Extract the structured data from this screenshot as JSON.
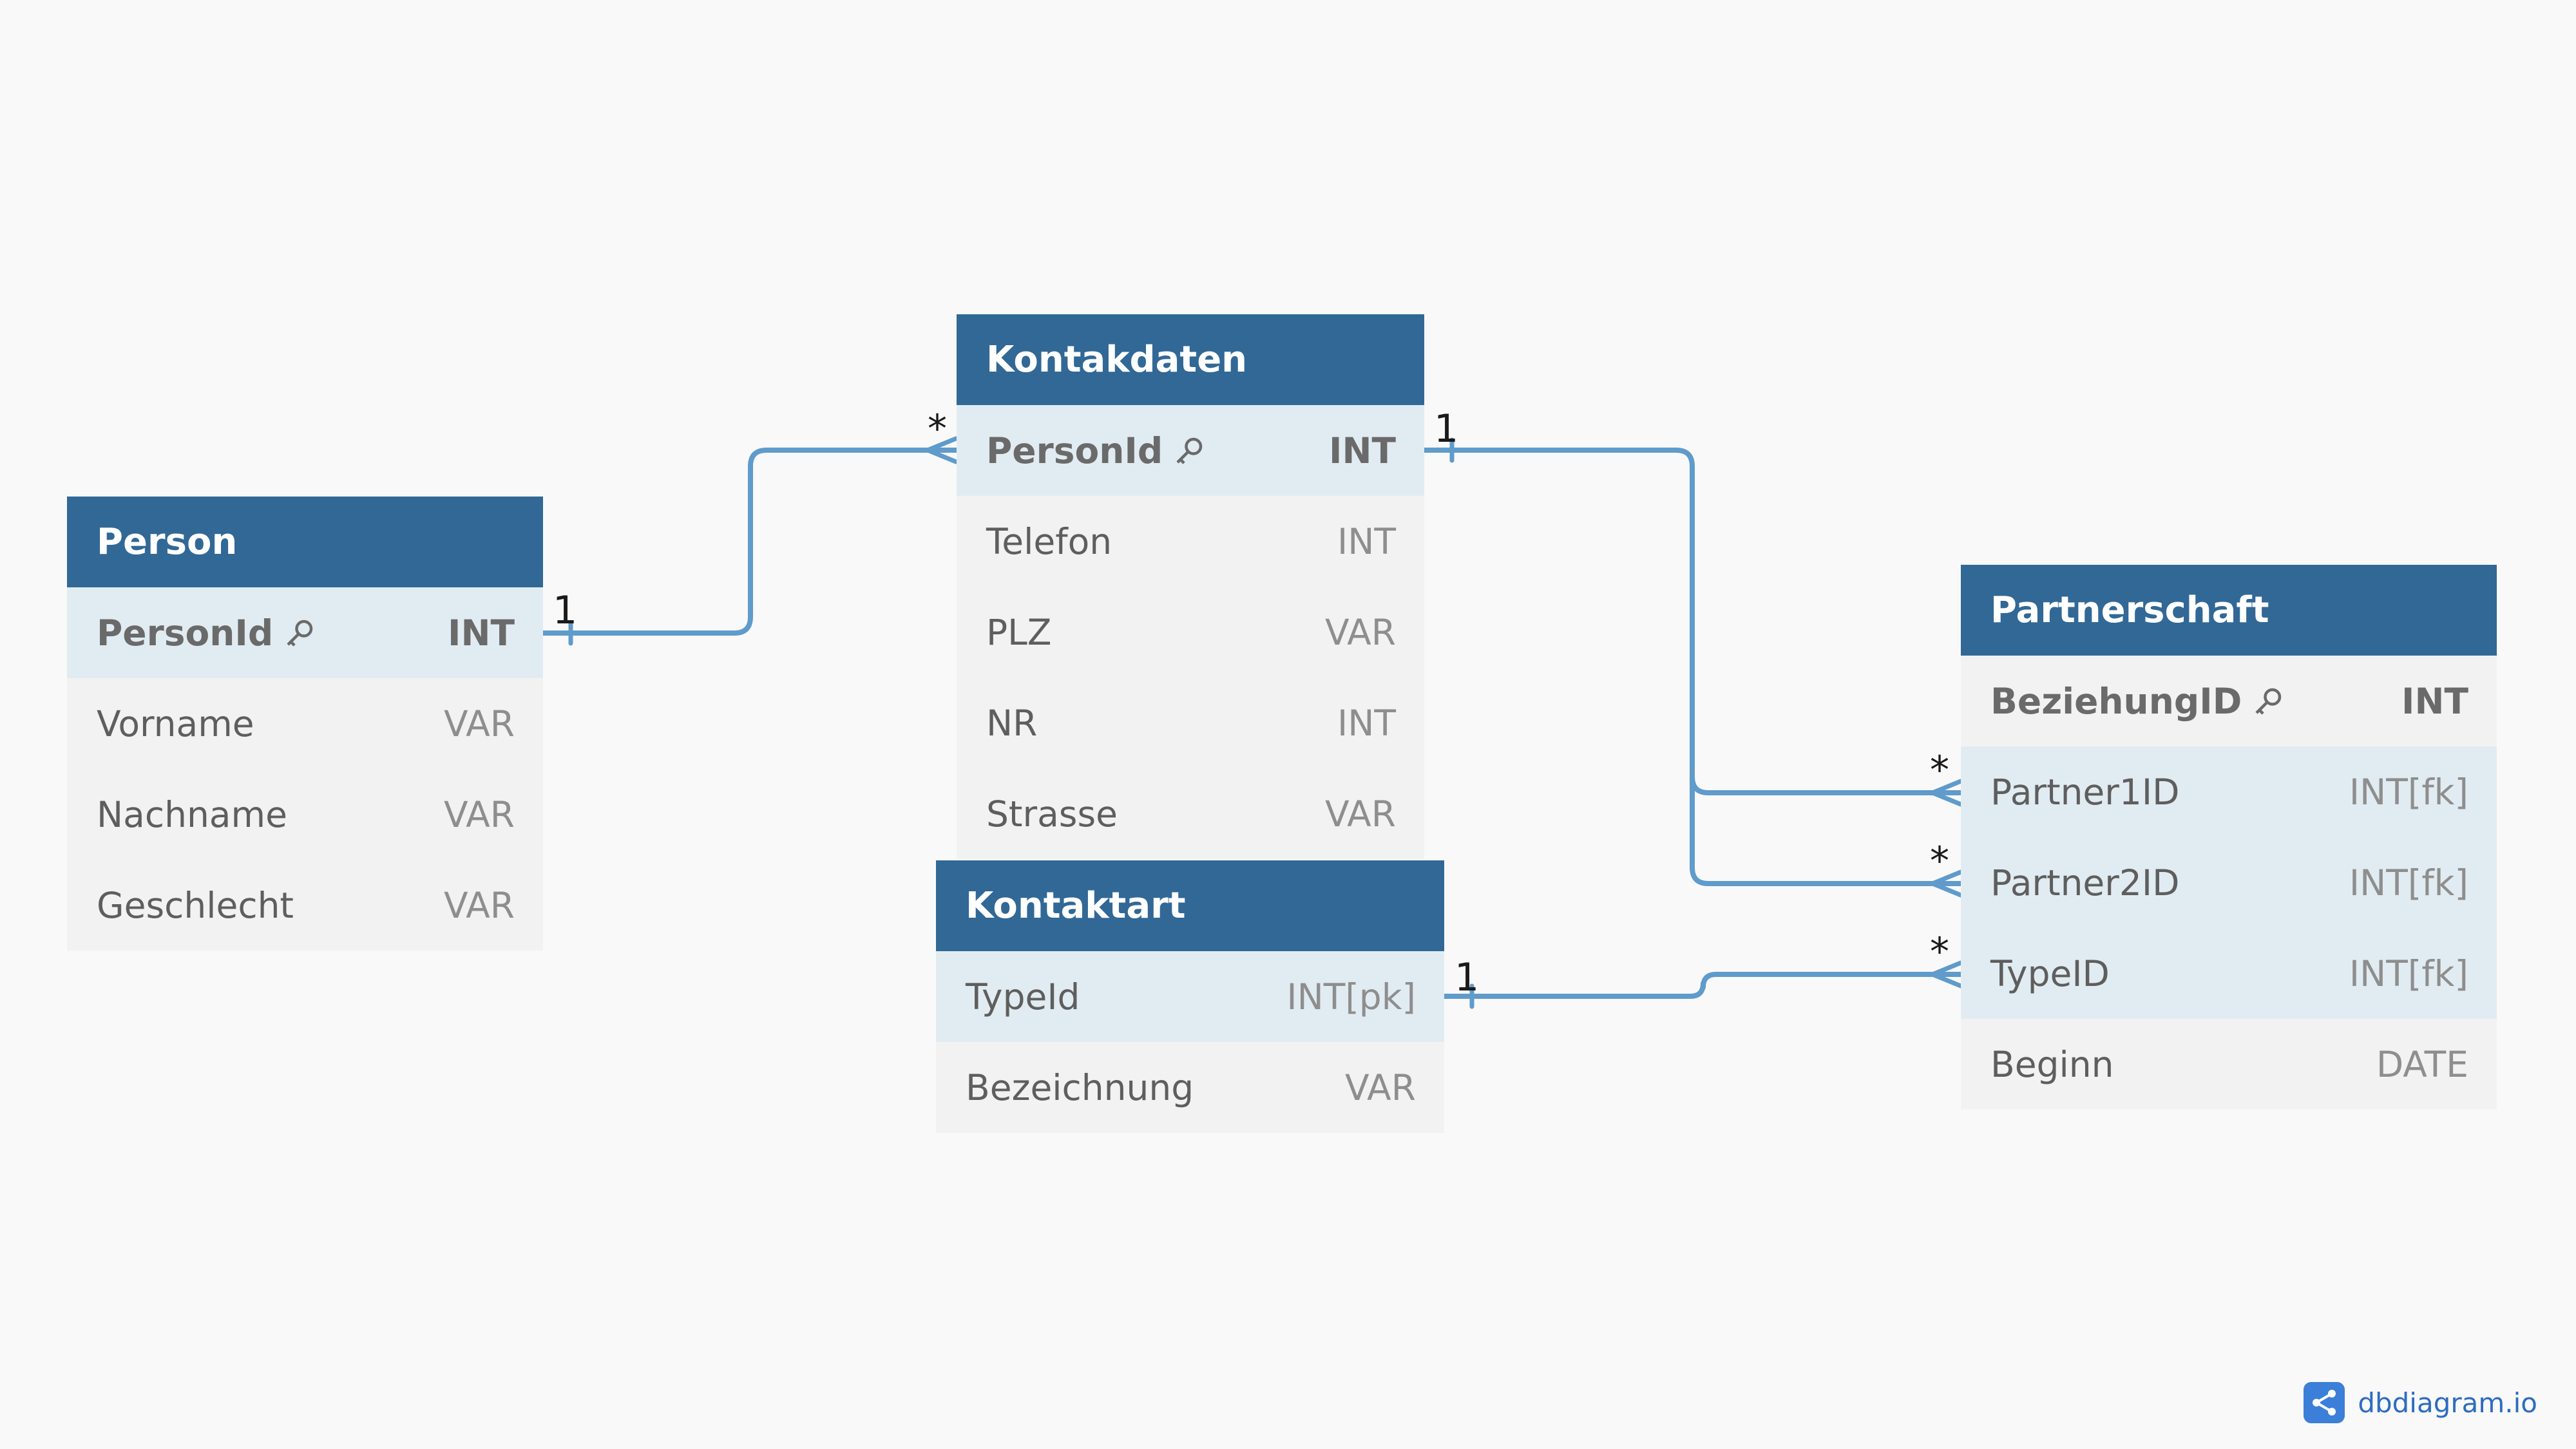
{
  "tables": {
    "person": {
      "name": "Person",
      "rows": [
        {
          "field": "PersonId",
          "type": "INT"
        },
        {
          "field": "Vorname",
          "type": "VAR"
        },
        {
          "field": "Nachname",
          "type": "VAR"
        },
        {
          "field": "Geschlecht",
          "type": "VAR"
        }
      ]
    },
    "kontakdaten": {
      "name": "Kontakdaten",
      "rows": [
        {
          "field": "PersonId",
          "type": "INT"
        },
        {
          "field": "Telefon",
          "type": "INT"
        },
        {
          "field": "PLZ",
          "type": "VAR"
        },
        {
          "field": "NR",
          "type": "INT"
        },
        {
          "field": "Strasse",
          "type": "VAR"
        }
      ]
    },
    "kontaktart": {
      "name": "Kontaktart",
      "rows": [
        {
          "field": "TypeId",
          "type": "INT[pk]"
        },
        {
          "field": "Bezeichnung",
          "type": "VAR"
        }
      ]
    },
    "partnerschaft": {
      "name": "Partnerschaft",
      "rows": [
        {
          "field": "BeziehungID",
          "type": "INT"
        },
        {
          "field": "Partner1ID",
          "type": "INT[fk]"
        },
        {
          "field": "Partner2ID",
          "type": "INT[fk]"
        },
        {
          "field": "TypeID",
          "type": "INT[fk]"
        },
        {
          "field": "Beginn",
          "type": "DATE"
        }
      ]
    }
  },
  "relations": [
    {
      "from": "Person.PersonId",
      "to": "Kontakdaten.PersonId",
      "from_card": "1",
      "to_card": "*"
    },
    {
      "from": "Kontakdaten.PersonId",
      "to": "Partnerschaft.Partner1ID",
      "from_card": "1",
      "to_card": "*"
    },
    {
      "from": "Kontakdaten.PersonId",
      "to": "Partnerschaft.Partner2ID",
      "from_card": "1",
      "to_card": "*"
    },
    {
      "from": "Kontaktart.TypeId",
      "to": "Partnerschaft.TypeID",
      "from_card": "1",
      "to_card": "*"
    }
  ],
  "watermark": "dbdiagram.io"
}
